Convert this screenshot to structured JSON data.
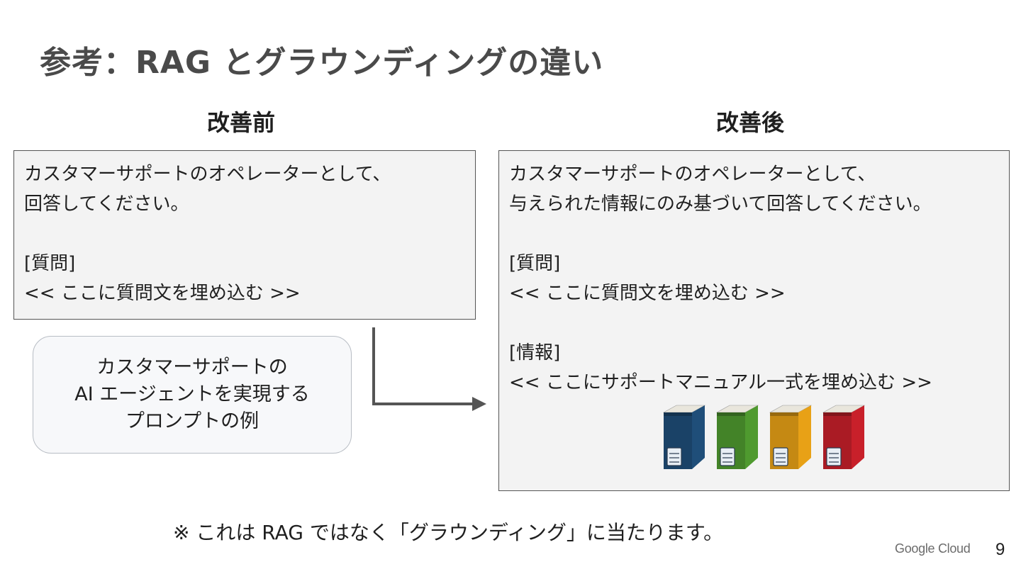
{
  "slide": {
    "title": "参考：RAG とグラウンディングの違い",
    "page_number": "9",
    "brand": "Google Cloud"
  },
  "before": {
    "heading": "改善前",
    "lines": [
      "カスタマーサポートのオペレーターとして、",
      "回答してください。",
      "",
      "[質問]",
      "<< ここに質問文を埋め込む >>"
    ]
  },
  "after": {
    "heading": "改善後",
    "lines": [
      "カスタマーサポートのオペレーターとして、",
      "与えられた情報にのみ基づいて回答してください。",
      "",
      "[質問]",
      "<< ここに質問文を埋め込む >>",
      "",
      "[情報]",
      "<< ここにサポートマニュアル一式を埋め込む >>"
    ],
    "books": [
      {
        "name": "blue-binder",
        "color": "#1f4e79"
      },
      {
        "name": "green-binder",
        "color": "#4f9a2f"
      },
      {
        "name": "orange-binder",
        "color": "#e8a116"
      },
      {
        "name": "red-binder",
        "color": "#c8202a"
      }
    ]
  },
  "callout": {
    "lines": [
      "カスタマーサポートの",
      "AI エージェントを実現する",
      "プロンプトの例"
    ]
  },
  "footnote": "※ これは RAG ではなく「グラウンディング」に当たります。"
}
